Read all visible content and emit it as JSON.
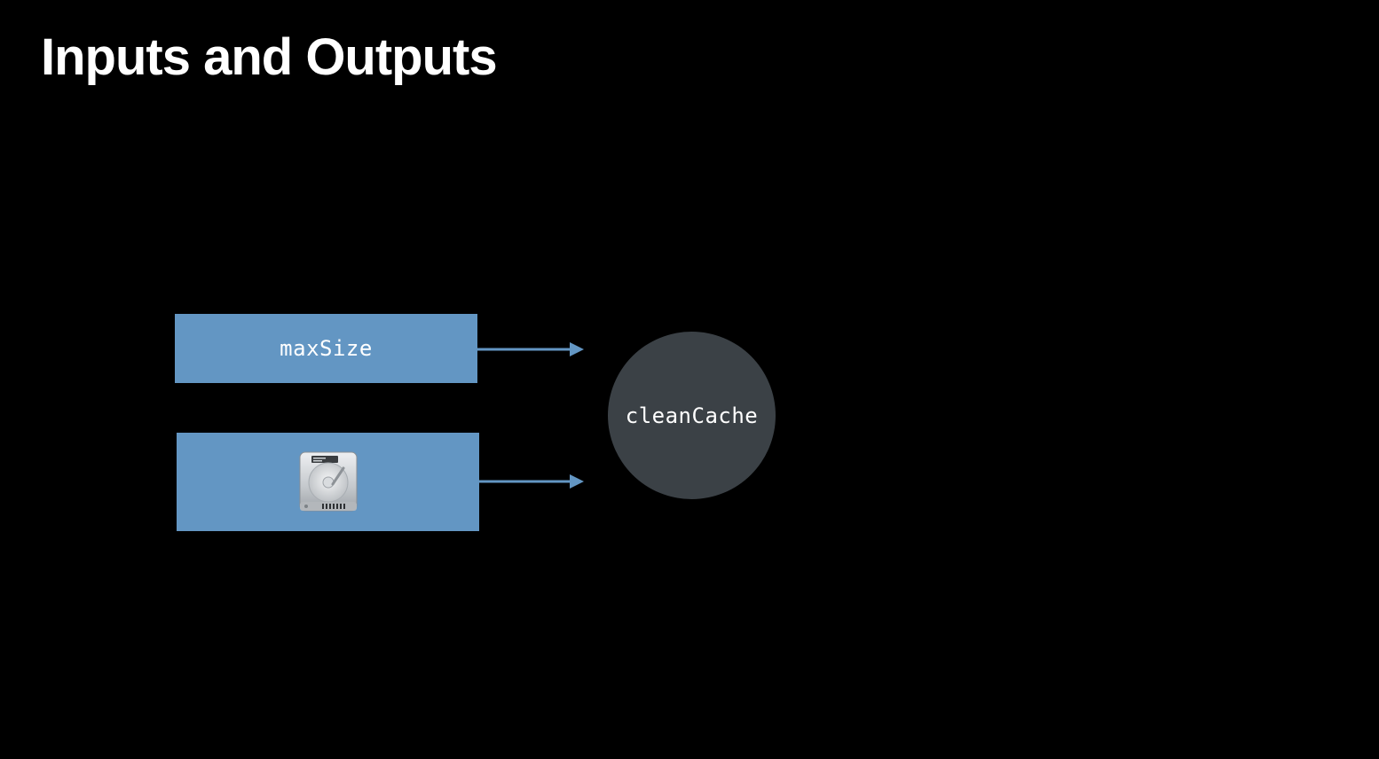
{
  "slide": {
    "title": "Inputs and Outputs"
  },
  "diagram": {
    "inputs": [
      {
        "label": "maxSize",
        "kind": "text"
      },
      {
        "label": "",
        "kind": "icon",
        "icon": "hard-drive-icon"
      }
    ],
    "function_node": {
      "label": "cleanCache"
    },
    "colors": {
      "background": "#000000",
      "input_box": "#6396c3",
      "arrow": "#6396c3",
      "function_node": "#3b4146",
      "text": "#ffffff"
    }
  }
}
